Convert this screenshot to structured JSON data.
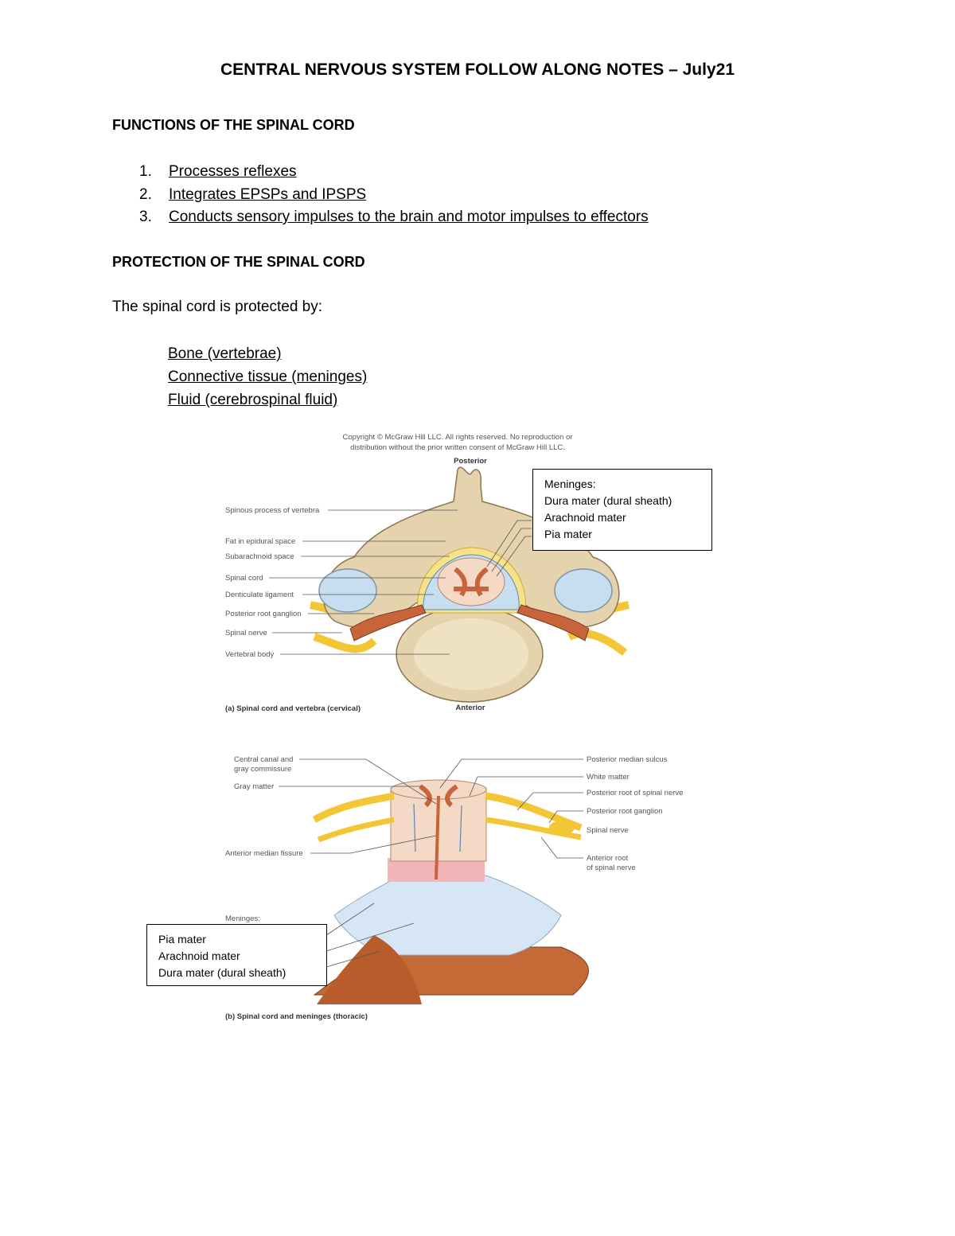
{
  "title": "CENTRAL NERVOUS SYSTEM FOLLOW ALONG NOTES – July21",
  "functions": {
    "heading": "FUNCTIONS OF THE SPINAL CORD",
    "items": [
      {
        "num": "1.",
        "text": "Processes reflexes"
      },
      {
        "num": "2.",
        "text": "Integrates EPSPs and IPSPS"
      },
      {
        "num": "3.",
        "text": "Conducts sensory impulses to the brain and motor impulses to effectors"
      }
    ]
  },
  "protection": {
    "heading": "PROTECTION OF THE SPINAL CORD",
    "intro": "The spinal cord is protected by:",
    "items": [
      "Bone (vertebrae)",
      "Connective tissue (meninges)",
      "Fluid (cerebrospinal fluid)"
    ]
  },
  "figure_a": {
    "copyright_line1": "Copyright © McGraw Hill LLC. All rights reserved. No reproduction or",
    "copyright_line2": "distribution without the prior written consent of McGraw Hill LLC.",
    "posterior": "Posterior",
    "anterior": "Anterior",
    "caption": "(a) Spinal cord and vertebra (cervical)",
    "labels": [
      "Spinous process of vertebra",
      "Fat in epidural space",
      "Subarachnoid space",
      "Spinal cord",
      "Denticulate ligament",
      "Posterior root ganglion",
      "Spinal nerve",
      "Vertebral body"
    ],
    "meninges_box": [
      "Meninges:",
      "Dura mater (dural sheath)",
      "Arachnoid mater",
      "Pia mater"
    ]
  },
  "figure_b": {
    "caption": "(b) Spinal cord and meninges (thoracic)",
    "left_labels": [
      "Central canal and",
      "gray commissure",
      "Gray matter",
      "Anterior median fissure",
      "Meninges:"
    ],
    "right_labels": [
      "Posterior median sulcus",
      "White matter",
      "Posterior root of spinal nerve",
      "Posterior root ganglion",
      "Spinal nerve",
      "Anterior root",
      "of spinal nerve"
    ],
    "meninges_box": [
      "Pia mater",
      "Arachnoid mater",
      "Dura mater (dural sheath)"
    ]
  },
  "colors": {
    "bone": "#e5d3ad",
    "nerve": "#f2c634",
    "root": "#c8643a",
    "csf": "#c7def0",
    "dura": "#c46a36"
  }
}
